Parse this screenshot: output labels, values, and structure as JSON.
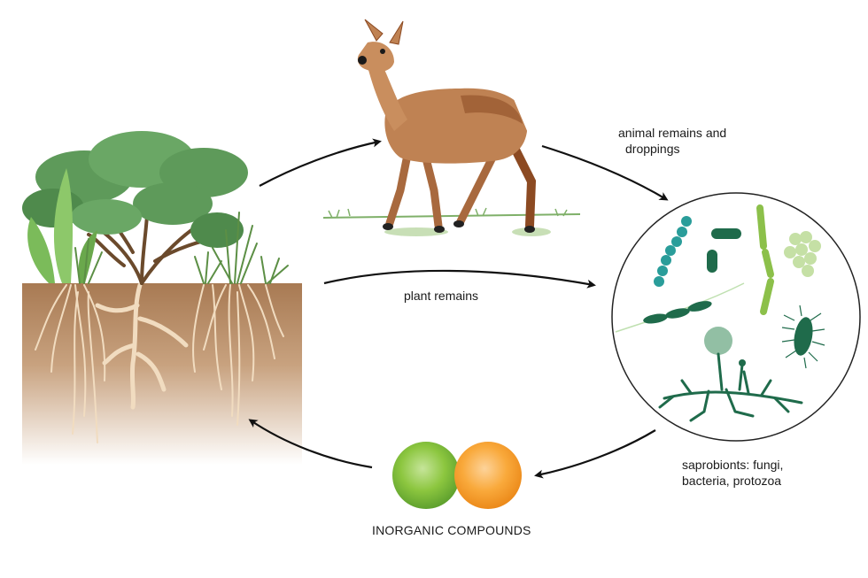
{
  "labels": {
    "animal_remains": [
      "animal remains and",
      "droppings"
    ],
    "plant_remains": "plant remains",
    "saprobionts": [
      "saprobionts: fungi,",
      "bacteria, protozoa"
    ],
    "inorganic": "INORGANIC COMPOUNDS"
  },
  "colors": {
    "soil_top": "#a87a53",
    "soil_bottom": "#ffffff",
    "root": "#f1dcc0",
    "tree_leaf": "#5e9a5a",
    "tree_leaf_dark": "#467b45",
    "trunk": "#6b4a2c",
    "deer_body": "#bf8253",
    "deer_dark": "#8c4a22",
    "microbe_teal": "#2a9d9a",
    "microbe_dark": "#1f6b4b",
    "microbe_lime": "#8cc04a",
    "compound_green": "#86c441",
    "compound_orange": "#f7a43b",
    "arrow": "#111111"
  },
  "icons": [
    "plant-soil-illustration",
    "deer-illustration",
    "microbe-circle",
    "inorganic-compound-spheres",
    "cycle-arrow"
  ]
}
